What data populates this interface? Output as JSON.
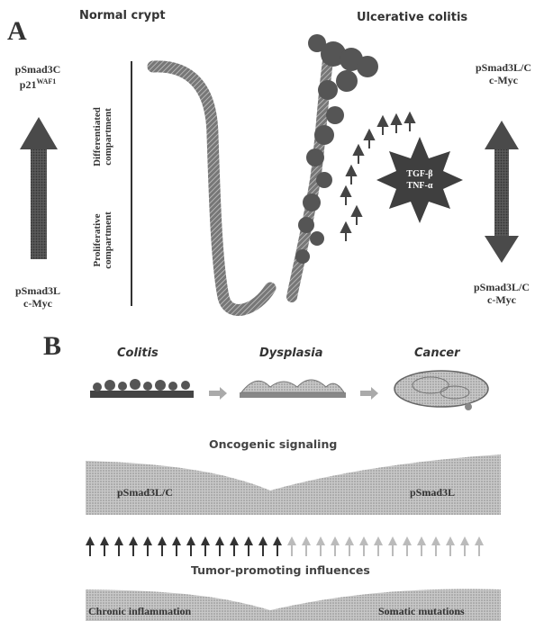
{
  "panel_a": {
    "letter": "A",
    "normal_crypt_title": "Normal crypt",
    "colitis_title": "Ulcerative colitis",
    "left_top_label_1": "pSmad3C",
    "left_top_label_2": "p21WAF1",
    "left_bottom_label_1": "pSmad3L",
    "left_bottom_label_2": "c-Myc",
    "differentiated": "Differentiated compartment",
    "proliferative": "Proliferative compartment",
    "right_top_label_1": "pSmad3L/C",
    "right_top_label_2": "c-Myc",
    "right_bottom_label_1": "pSmad3L/C",
    "right_bottom_label_2": "c-Myc",
    "stimulus_line_1": "TGF-β",
    "stimulus_line_2": "TNF-α"
  },
  "panel_b": {
    "letter": "B",
    "stages": [
      "Colitis",
      "Dysplasia",
      "Cancer"
    ],
    "oncogenic_title": "Oncogenic signaling",
    "oncogenic_left": "pSmad3L/C",
    "oncogenic_right": "pSmad3L",
    "tumor_title": "Tumor-promoting influences",
    "tumor_left": "Chronic inflammation",
    "tumor_right": "Somatic mutations"
  }
}
